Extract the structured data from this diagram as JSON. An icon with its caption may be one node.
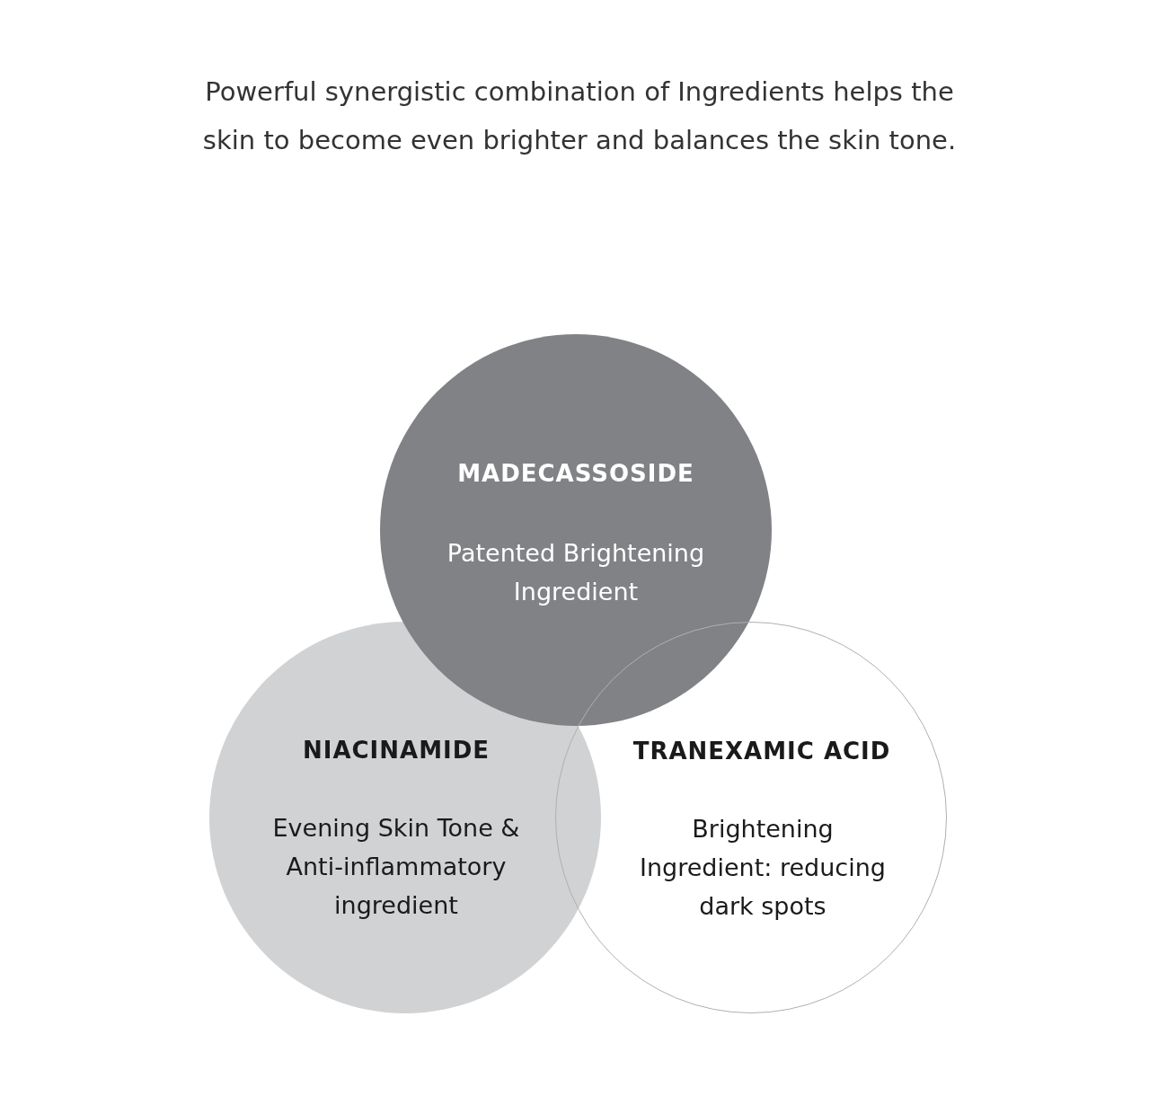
{
  "diagram": {
    "title": "Powerful synergistic combination of Ingredients helps the skin to become even brighter and balances the skin tone.",
    "nodes": [
      {
        "text": [
          "MADECASSOSIDE",
          "Patented Brightening Ingredient"
        ]
      },
      {
        "text": [
          "NIACINAMIDE",
          "Evening Skin Tone & Anti-inflammatory ingredient"
        ]
      },
      {
        "text": [
          "TRANEXAMIC ACID",
          "Brightening Ingredient: reducing dark spots"
        ]
      }
    ]
  }
}
